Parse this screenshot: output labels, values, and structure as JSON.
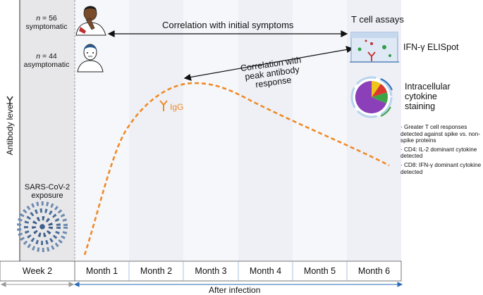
{
  "cohorts": {
    "symptomatic": {
      "n_label": "n",
      "n_value": "= 56",
      "label": "symptomatic"
    },
    "asymptomatic": {
      "n_label": "n",
      "n_value": "= 44",
      "label": "asymptomatic"
    }
  },
  "exposure_label_line1": "SARS-CoV-2",
  "exposure_label_line2": "exposure",
  "y_axis_label": "Antibody level",
  "igg_label": "IgG",
  "correlations": {
    "initial_symptoms": "Correlation with initial symptoms",
    "peak_line1": "Correlation with",
    "peak_line2": "peak antibody",
    "peak_line3": "response"
  },
  "t_cell": {
    "title": "T cell assays",
    "elispot": "IFN-γ ELISpot",
    "ics_line1": "Intracellular",
    "ics_line2": "cytokine",
    "ics_line3": "staining",
    "bullets": [
      "· Greater T cell responses detected against spike vs. non-spike proteins",
      "· CD4: IL-2 dominant cytokine detected",
      "· CD8: IFN-γ dominant cytokine detected"
    ]
  },
  "timeline": [
    "Week 2",
    "Month 1",
    "Month 2",
    "Month 3",
    "Month 4",
    "Month 5",
    "Month 6"
  ],
  "after_infection": "After infection",
  "colors": {
    "igg_curve": "#f08a24",
    "arrow_blue": "#2a6bb5",
    "arrow_grey": "#9a9a9a",
    "band_light": "#f5f7fb",
    "band_dark": "#eceef4",
    "exposure_band": "#e6e6e8",
    "virus": "#3d5f8a"
  },
  "icons": [
    "person-symptomatic-icon",
    "person-asymptomatic-icon",
    "virus-icon",
    "antibody-icon",
    "elispot-well-icon",
    "pie-chart-icon"
  ]
}
